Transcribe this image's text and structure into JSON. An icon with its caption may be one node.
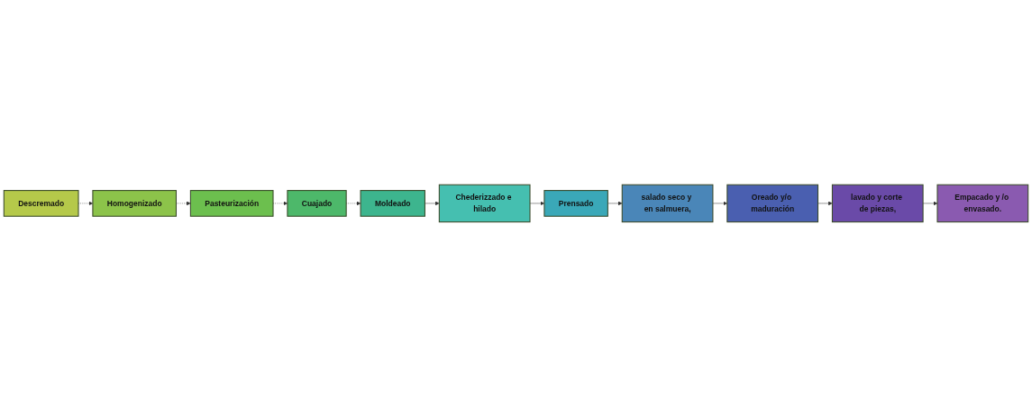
{
  "diagram": {
    "nodes": [
      {
        "text": [
          "Descremado"
        ]
      },
      {
        "text": [
          "Homogenizado"
        ]
      },
      {
        "text": [
          "Pasteurización"
        ]
      },
      {
        "text": [
          "Cuajado"
        ]
      },
      {
        "text": [
          "Moldeado"
        ]
      },
      {
        "text": [
          "Chederizzado e hilado"
        ]
      },
      {
        "text": [
          "Prensado"
        ]
      },
      {
        "text": [
          "salado seco y en salmuera,"
        ]
      },
      {
        "text": [
          "Oreado y/o maduración"
        ]
      },
      {
        "text": [
          "lavado y corte de piezas,"
        ]
      },
      {
        "text": [
          "Empacado y /o envasado."
        ]
      }
    ],
    "edges": [
      {
        "from": 0,
        "to": 1,
        "arrow": "to",
        "style": "dashed"
      },
      {
        "from": 1,
        "to": 2,
        "arrow": "to",
        "style": "dashed"
      },
      {
        "from": 2,
        "to": 3,
        "arrow": "to",
        "style": "dashed"
      },
      {
        "from": 3,
        "to": 4,
        "arrow": "to",
        "style": "dashed"
      },
      {
        "from": 4,
        "to": 5,
        "arrow": "to"
      },
      {
        "from": 5,
        "to": 6,
        "arrow": "to"
      },
      {
        "from": 6,
        "to": 7,
        "arrow": "to"
      },
      {
        "from": 7,
        "to": 8,
        "arrow": "to"
      },
      {
        "from": 8,
        "to": 9,
        "arrow": "to"
      },
      {
        "from": 9,
        "to": 10,
        "arrow": "to"
      }
    ]
  }
}
